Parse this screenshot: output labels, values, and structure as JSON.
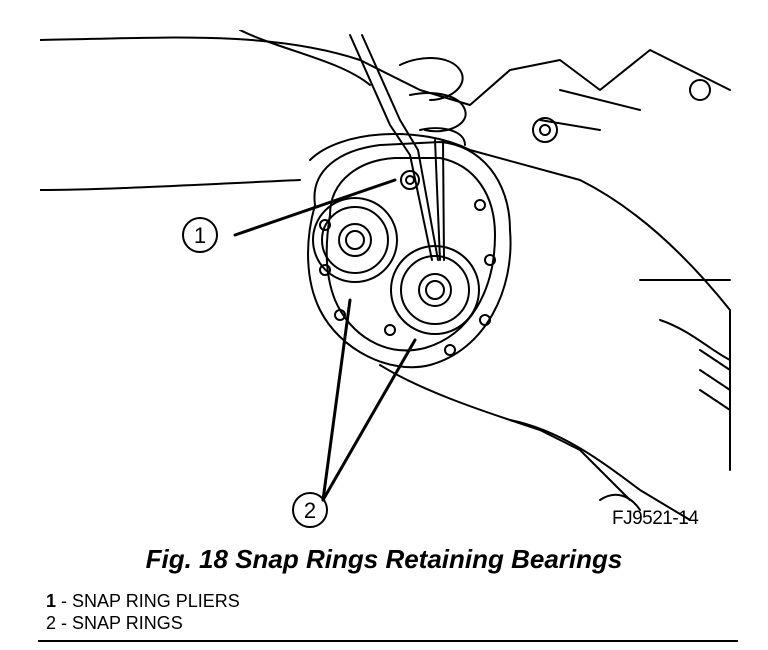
{
  "figure": {
    "id_code": "FJ9521-14",
    "caption": "Fig. 18 Snap Rings Retaining Bearings",
    "callouts": [
      "1",
      "2"
    ]
  },
  "legend": [
    {
      "num": "1",
      "text": " - SNAP RING PLIERS"
    },
    {
      "num": "2",
      "text": " - SNAP RINGS"
    }
  ]
}
